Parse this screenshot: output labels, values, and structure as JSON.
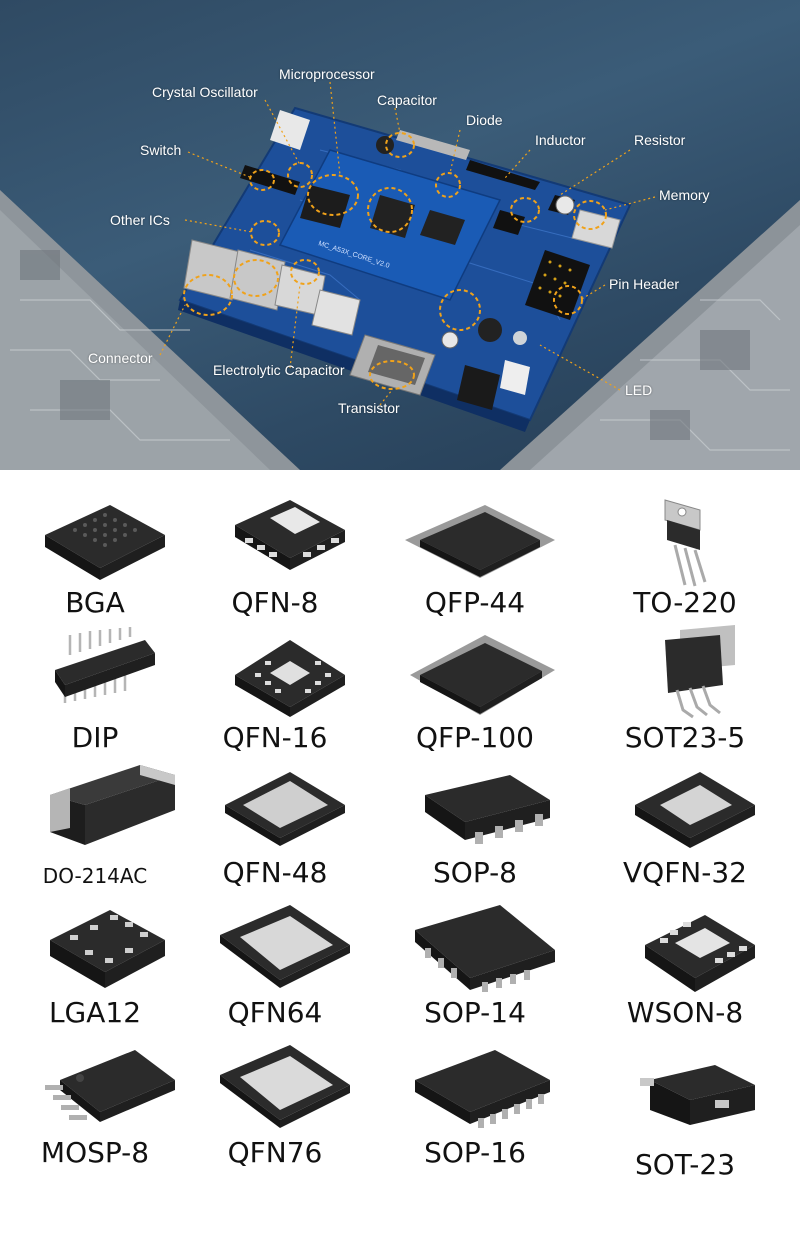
{
  "banner": {
    "labels": {
      "microprocessor": "Microprocessor",
      "crystal_oscillator": "Crystal Oscillator",
      "capacitor": "Capacitor",
      "diode": "Diode",
      "inductor": "Inductor",
      "resistor": "Resistor",
      "switch": "Switch",
      "memory": "Memory",
      "other_ics": "Other ICs",
      "pin_header": "Pin Header",
      "connector": "Connector",
      "electrolytic_capacitor": "Electrolytic Capacitor",
      "led": "LED",
      "transistor": "Transistor"
    },
    "board_silkscreen": "MC_A53X_CORE_V2.0"
  },
  "packages": [
    {
      "label": "BGA",
      "icon": "bga-chip-icon"
    },
    {
      "label": "QFN-8",
      "icon": "qfn-8-chip-icon"
    },
    {
      "label": "QFP-44",
      "icon": "qfp-44-chip-icon"
    },
    {
      "label": "TO-220",
      "icon": "to-220-transistor-icon"
    },
    {
      "label": "DIP",
      "icon": "dip-chip-icon"
    },
    {
      "label": "QFN-16",
      "icon": "qfn-16-chip-icon"
    },
    {
      "label": "QFP-100",
      "icon": "qfp-100-chip-icon"
    },
    {
      "label": "SOT23-5",
      "icon": "sot23-5-chip-icon"
    },
    {
      "label": "DO-214AC",
      "icon": "do-214ac-diode-icon"
    },
    {
      "label": "QFN-48",
      "icon": "qfn-48-chip-icon"
    },
    {
      "label": "SOP-8",
      "icon": "sop-8-chip-icon"
    },
    {
      "label": "VQFN-32",
      "icon": "vqfn-32-chip-icon"
    },
    {
      "label": "LGA12",
      "icon": "lga12-chip-icon"
    },
    {
      "label": "QFN64",
      "icon": "qfn64-chip-icon"
    },
    {
      "label": "SOP-14",
      "icon": "sop-14-chip-icon"
    },
    {
      "label": "WSON-8",
      "icon": "wson-8-chip-icon"
    },
    {
      "label": "MOSP-8",
      "icon": "mosp-8-chip-icon"
    },
    {
      "label": "QFN76",
      "icon": "qfn76-chip-icon"
    },
    {
      "label": "SOP-16",
      "icon": "sop-16-chip-icon"
    },
    {
      "label": "SOT-23",
      "icon": "sot-23-chip-icon"
    }
  ],
  "colors": {
    "banner_bg": "#2f4a63",
    "pcb_blue": "#1d4f9a",
    "annotation_orange": "#f0a21a",
    "chip_body": "#2b2b2b"
  }
}
